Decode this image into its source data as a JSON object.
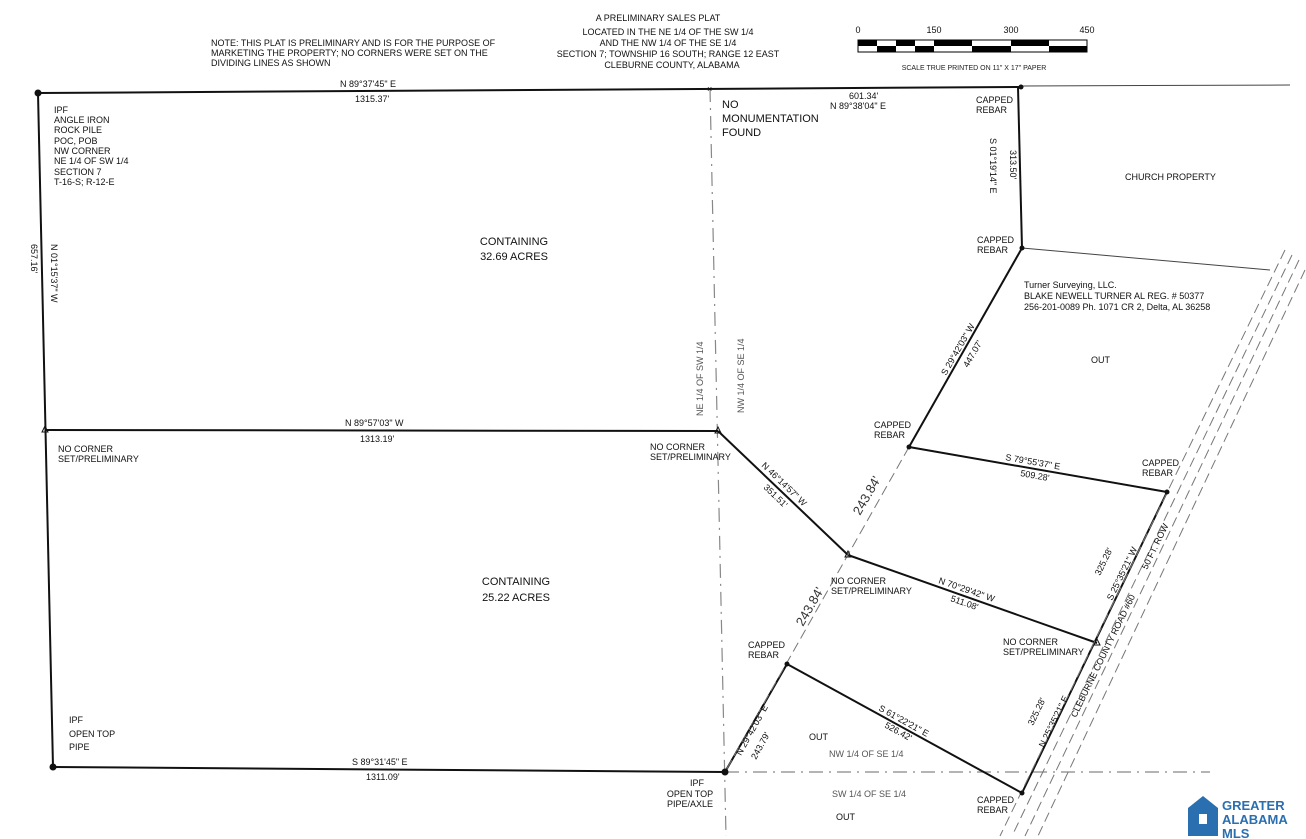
{
  "note": [
    "NOTE: THIS PLAT IS PRELIMINARY AND IS FOR THE PURPOSE OF",
    "MARKETING THE PROPERTY; NO CORNERS WERE SET ON THE",
    "DIVIDING LINES AS SHOWN"
  ],
  "title": [
    "A PRELIMINARY SALES PLAT",
    "LOCATED IN THE NE 1/4 OF THE SW 1/4",
    "AND THE NW 1/4 OF THE SE 1/4",
    "SECTION 7; TOWNSHIP 16 SOUTH; RANGE 12 EAST",
    "CLEBURNE COUNTY, ALABAMA"
  ],
  "scale": {
    "ticks": [
      "0",
      "150",
      "300",
      "450"
    ],
    "caption": "SCALE TRUE PRINTED ON 11\" X 17\" PAPER"
  },
  "corners": {
    "nw": [
      "IPF",
      "ANGLE IRON",
      "ROCK PILE",
      "POC, POB",
      "NW CORNER",
      "NE 1/4 OF SW 1/4",
      "SECTION 7",
      "T-16-S; R-12-E"
    ],
    "sw": [
      "IPF",
      "OPEN TOP",
      "PIPE"
    ],
    "bottom_mid": [
      "IPF",
      "OPEN TOP",
      "PIPE/AXLE"
    ],
    "no_corner": [
      "NO CORNER",
      "SET/PRELIMINARY"
    ],
    "capped": [
      "CAPPED",
      "REBAR"
    ],
    "no_mon": [
      "NO",
      "MONUMENTATION",
      "FOUND"
    ]
  },
  "bearings": {
    "top_left": "N 89°37'45\" E",
    "top_left_dist": "1315.37'",
    "top_right_dist": "601.34'",
    "top_right": "N 89°38'04\" E",
    "left": "N 01°15'37\" W",
    "left_dist": "657.16'",
    "mid": "N 89°57'03\" W",
    "mid_dist": "1313.19'",
    "bottom": "S 89°31'45\" E",
    "bottom_dist": "1311.09'",
    "right_top": "S 01°19'14\" E",
    "right_top_dist": "313.50'",
    "diag1": "S 29°42'03\" W",
    "diag1_dist": "447.07'",
    "seg_a": "N 46°14'57\" W",
    "seg_a_dist": "351.51'",
    "seg_b": "S 79°55'37\" E",
    "seg_b_dist": "509.28'",
    "seg_c": "N 70°29'42\" W",
    "seg_c_dist": "511.08'",
    "seg_d": "S 61°22'21\" E",
    "seg_d_dist": "526.42'",
    "seg_e": "N 29°42'03\" E",
    "seg_e_dist": "243.79'",
    "dashed_dist": "243.84'",
    "road_upper": "S 25°35'21\" W",
    "road_upper_dist": "325.28'",
    "road_lower": "N 25°35'21\" E",
    "road_lower_dist": "325.28'"
  },
  "areas": {
    "upper": [
      "CONTAINING",
      "32.69 ACRES"
    ],
    "lower": [
      "CONTAINING",
      "25.22 ACRES"
    ],
    "church": "CHURCH PROPERTY",
    "out": "OUT"
  },
  "quarters": {
    "ne_sw": "NE 1/4 OF SW 1/4",
    "nw_se": "NW 1/4 OF SE 1/4",
    "sw_se": "SW 1/4 OF SE 1/4"
  },
  "road": {
    "name": "CLEBURNE COUNTY ROAD #60",
    "row": "50 FT. ROW"
  },
  "surveyor": [
    "Turner Surveying, LLC.",
    "BLAKE NEWELL TURNER AL REG. # 50377",
    "256-201-0089 Ph. 1071 CR 2, Delta, AL 36258"
  ],
  "logo": [
    "GREATER",
    "ALABAMA",
    "MLS"
  ],
  "colors": {
    "logo": "#2a6fb0"
  }
}
